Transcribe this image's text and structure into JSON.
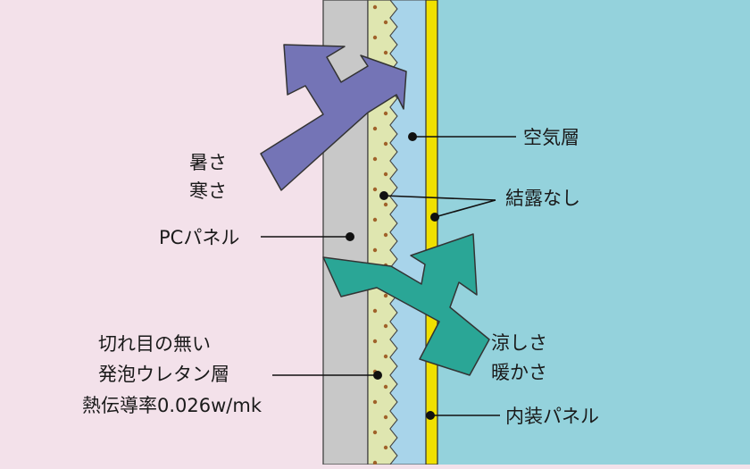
{
  "colors": {
    "exterior": "#f3e1ea",
    "pc_panel": "#c8c8c8",
    "foam": "#dfe6b0",
    "foam_dots": "#a0622a",
    "air_layer": "#a8d4ea",
    "yellow_layer": "#f0e000",
    "interior": "#94d2dc",
    "arrow_heat": "#7474b6",
    "arrow_cool": "#2aa696"
  },
  "labels": {
    "heat_line1": "暑さ",
    "heat_line2": "寒さ",
    "pc_panel": "PCパネル",
    "foam_line1": "切れ目の無い",
    "foam_line2": "発泡ウレタン層",
    "foam_line3": "熱伝導率0.026w/mk",
    "air_layer": "空気層",
    "no_condensation": "結露なし",
    "cool_line1": "涼しさ",
    "cool_line2": "暖かさ",
    "interior_panel": "内装パネル"
  }
}
